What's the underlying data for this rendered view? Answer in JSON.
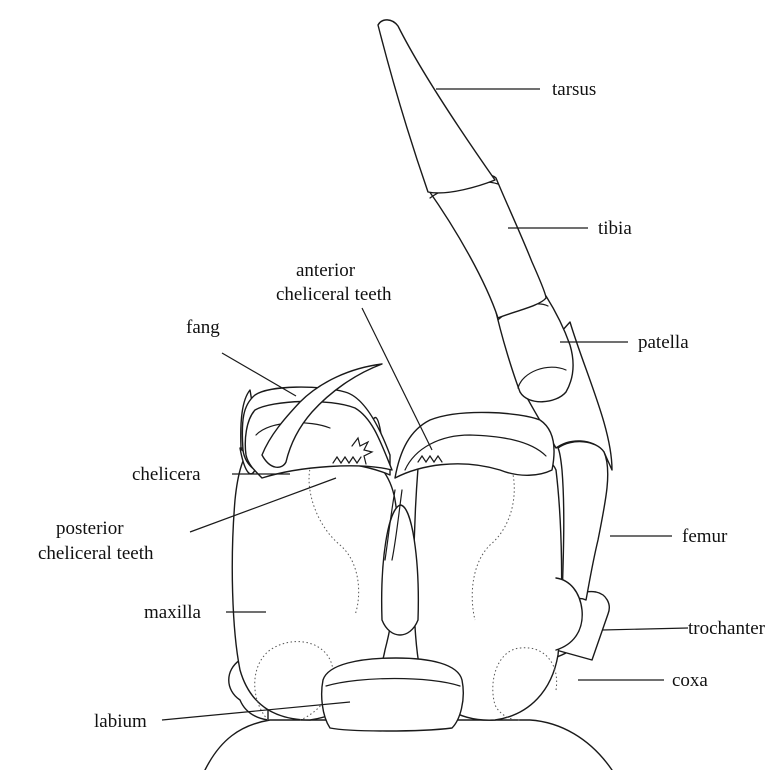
{
  "labels": {
    "tarsus": "tarsus",
    "tibia": "tibia",
    "patella": "patella",
    "femur": "femur",
    "trochanter": "trochanter",
    "coxa": "coxa",
    "fang": "fang",
    "chelicera": "chelicera",
    "anterior_teeth_line1": "anterior",
    "anterior_teeth_line2": "cheliceral teeth",
    "posterior_teeth_line1": "posterior",
    "posterior_teeth_line2": "cheliceral teeth",
    "maxilla": "maxilla",
    "labium": "labium"
  }
}
